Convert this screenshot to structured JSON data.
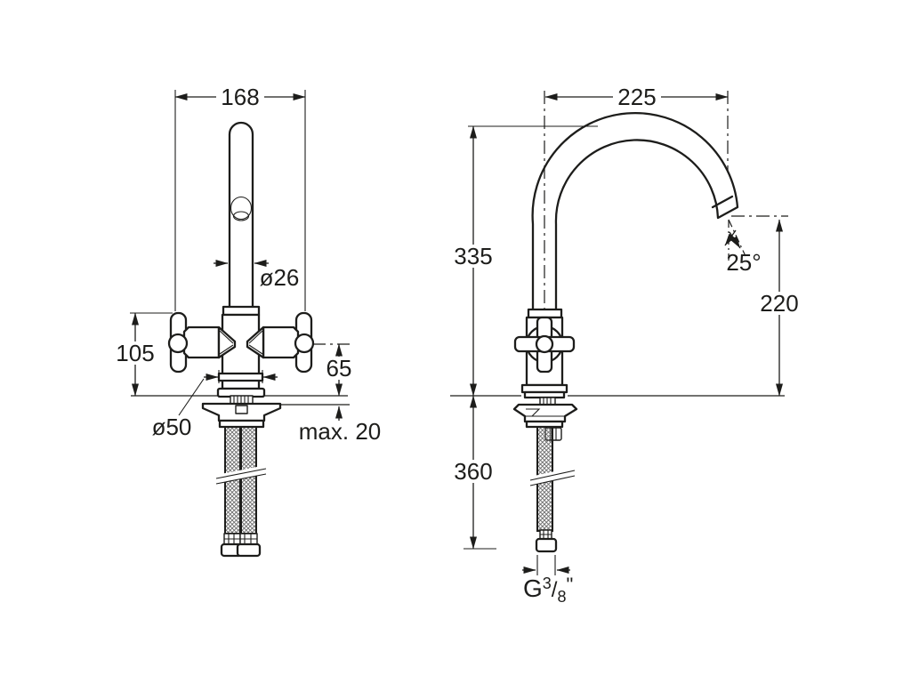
{
  "colors": {
    "background": "#ffffff",
    "line": "#1d1d1b"
  },
  "front_view": {
    "overall_width": "168",
    "spout_diameter": "ø26",
    "height_to_handle_top": "105",
    "height_to_handle_axis": "65",
    "base_diameter": "ø50",
    "max_mounting_thickness": "max. 20"
  },
  "side_view": {
    "spout_reach": "225",
    "height_to_spout_top": "335",
    "outlet_angle": "25°",
    "outlet_height": "220",
    "hose_length": "360",
    "thread": {
      "prefix": "G",
      "numerator": "3",
      "slash": "/",
      "denominator": "8",
      "unit": "\""
    }
  }
}
